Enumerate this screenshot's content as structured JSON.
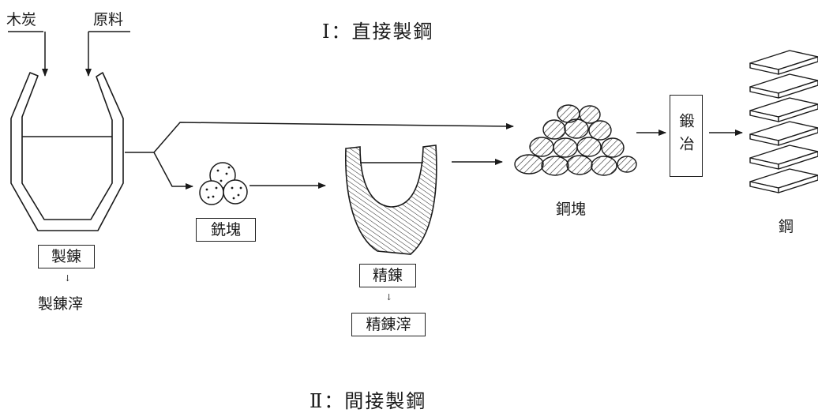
{
  "titles": {
    "direct": "Ⅰ：直接製鋼",
    "indirect": "Ⅱ：間接製鋼"
  },
  "inputs": {
    "charcoal": "木炭",
    "raw_material": "原料"
  },
  "steps": {
    "smelting": "製錬",
    "smelting_slag": "製錬滓",
    "pig_iron": "銑塊",
    "refining": "精錬",
    "refining_slag": "精錬滓",
    "steel_lump": "鋼塊",
    "forging": "鍛冶",
    "steel": "鋼"
  },
  "small_arrow_glyph": "↓"
}
